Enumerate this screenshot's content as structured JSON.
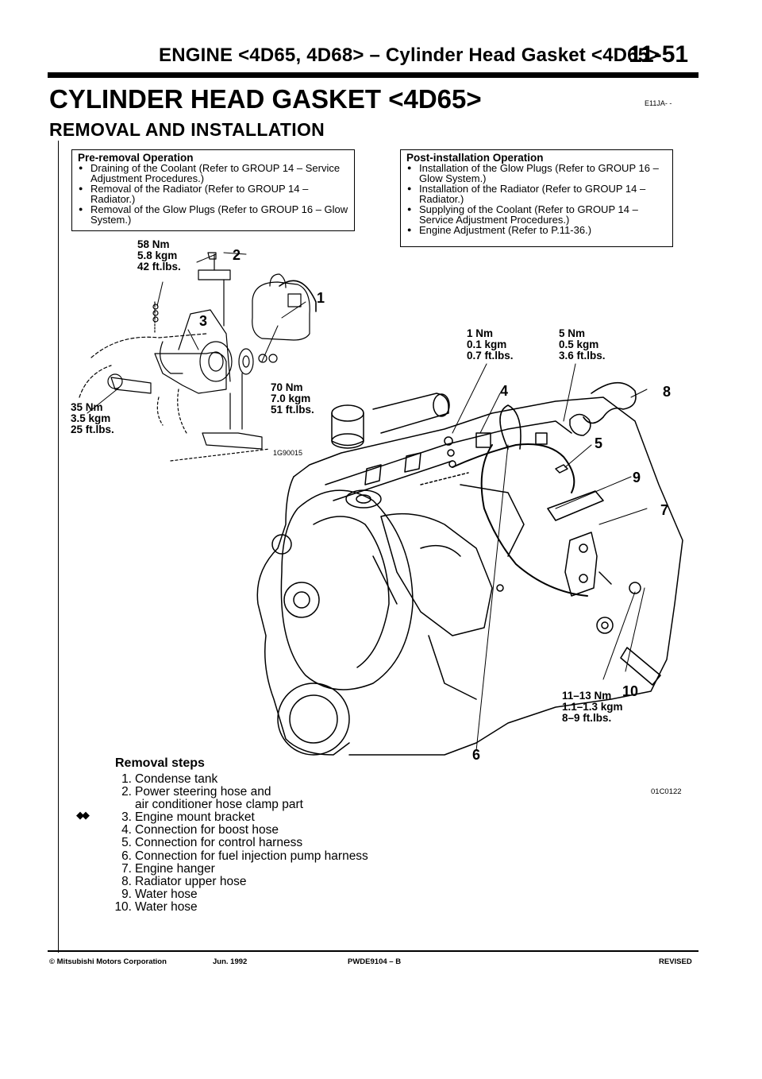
{
  "header": {
    "running_title": "ENGINE <4D65, 4D68> – Cylinder Head Gasket <4D65>",
    "page_number": "11-51"
  },
  "section": {
    "title": "CYLINDER HEAD GASKET <4D65>",
    "code": "E11JA- -",
    "subtitle": "REMOVAL AND INSTALLATION"
  },
  "pre_removal": {
    "heading": "Pre-removal Operation",
    "items": [
      "Draining of the Coolant (Refer to GROUP 14 – Service Adjustment Procedures.)",
      "Removal of the Radiator (Refer to GROUP 14 – Radiator.)",
      "Removal of the Glow Plugs (Refer to GROUP 16 – Glow System.)"
    ]
  },
  "post_installation": {
    "heading": "Post-installation Operation",
    "items": [
      "Installation of the Glow Plugs (Refer to GROUP 16 – Glow System.)",
      "Installation of the Radiator (Refer to GROUP 14 – Radiator.)",
      "Supplying of the Coolant (Refer to GROUP 14 – Service Adjustment Procedures.)",
      "Engine Adjustment (Refer to P.11-36.)"
    ]
  },
  "diagram": {
    "torques": [
      {
        "nm": "58 Nm",
        "kgm": "5.8 kgm",
        "ftlbs": "42 ft.lbs."
      },
      {
        "nm": "70 Nm",
        "kgm": "7.0 kgm",
        "ftlbs": "51 ft.lbs."
      },
      {
        "nm": "35 Nm",
        "kgm": "3.5 kgm",
        "ftlbs": "25 ft.lbs."
      },
      {
        "nm": "1 Nm",
        "kgm": "0.1 kgm",
        "ftlbs": "0.7 ft.lbs."
      },
      {
        "nm": "5 Nm",
        "kgm": "0.5 kgm",
        "ftlbs": "3.6 ft.lbs."
      },
      {
        "nm": "11–13 Nm",
        "kgm": "1.1–1.3 kgm",
        "ftlbs": "8–9 ft.lbs."
      }
    ],
    "callouts": [
      "1",
      "2",
      "3",
      "4",
      "5",
      "6",
      "7",
      "8",
      "9",
      "10"
    ],
    "inset_code": "1G90015",
    "figure_code": "01C0122"
  },
  "removal_steps": {
    "title": "Removal steps",
    "marker": "◆◆",
    "steps": [
      {
        "num": "1.",
        "lines": [
          "Condense tank"
        ]
      },
      {
        "num": "2.",
        "lines": [
          "Power steering hose and",
          "air conditioner hose clamp part"
        ]
      },
      {
        "num": "3.",
        "lines": [
          "Engine mount bracket"
        ]
      },
      {
        "num": "4.",
        "lines": [
          "Connection for boost hose"
        ]
      },
      {
        "num": "5.",
        "lines": [
          "Connection for control harness"
        ]
      },
      {
        "num": "6.",
        "lines": [
          "Connection for fuel injection pump harness"
        ]
      },
      {
        "num": "7.",
        "lines": [
          "Engine hanger"
        ]
      },
      {
        "num": "8.",
        "lines": [
          "Radiator upper hose"
        ]
      },
      {
        "num": "9.",
        "lines": [
          "Water hose"
        ]
      },
      {
        "num": "10.",
        "lines": [
          "Water hose"
        ]
      }
    ]
  },
  "footer": {
    "copyright": "© Mitsubishi Motors Corporation",
    "date": "Jun. 1992",
    "doc_code": "PWDE9104 – B",
    "status": "REVISED"
  }
}
